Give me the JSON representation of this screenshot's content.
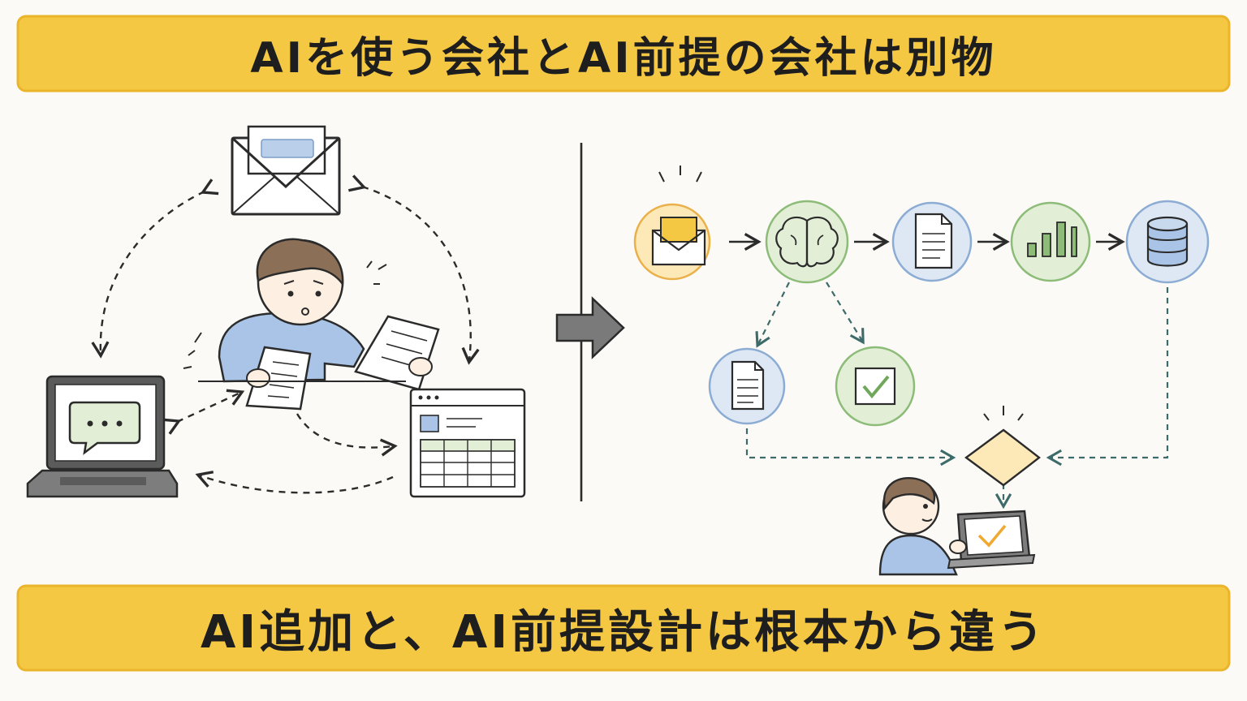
{
  "header": {
    "title": "AIを使う会社とAI前提の会社は別物"
  },
  "footer": {
    "caption": "AI追加と、AI前提設計は根本から違う"
  },
  "colors": {
    "banner": "#f5c843",
    "banner_edge": "#eab52a",
    "outline": "#2b2b2b",
    "orange_fill": "#fde8b8",
    "orange_stroke": "#eab04a",
    "green_fill": "#e2efd6",
    "green_stroke": "#8cbc78",
    "blue_fill": "#dde8f4",
    "blue_stroke": "#8cacd4",
    "person_shirt": "#a9c4e6",
    "person_hair": "#8b6f56",
    "dashed_connector": "#3d6b6a",
    "transition_arrow": "#7a7a7a"
  },
  "left_scene": {
    "description_icons": [
      "envelope-icon",
      "person-icon",
      "paper-icon",
      "laptop-icon",
      "chat-bubble-icon",
      "browser-window-icon"
    ]
  },
  "right_flow": {
    "nodes": [
      "mail-node",
      "brain-node",
      "document-node",
      "chart-node",
      "database-node",
      "document-branch-node",
      "check-branch-node",
      "decision-diamond",
      "person-with-tablet"
    ]
  }
}
